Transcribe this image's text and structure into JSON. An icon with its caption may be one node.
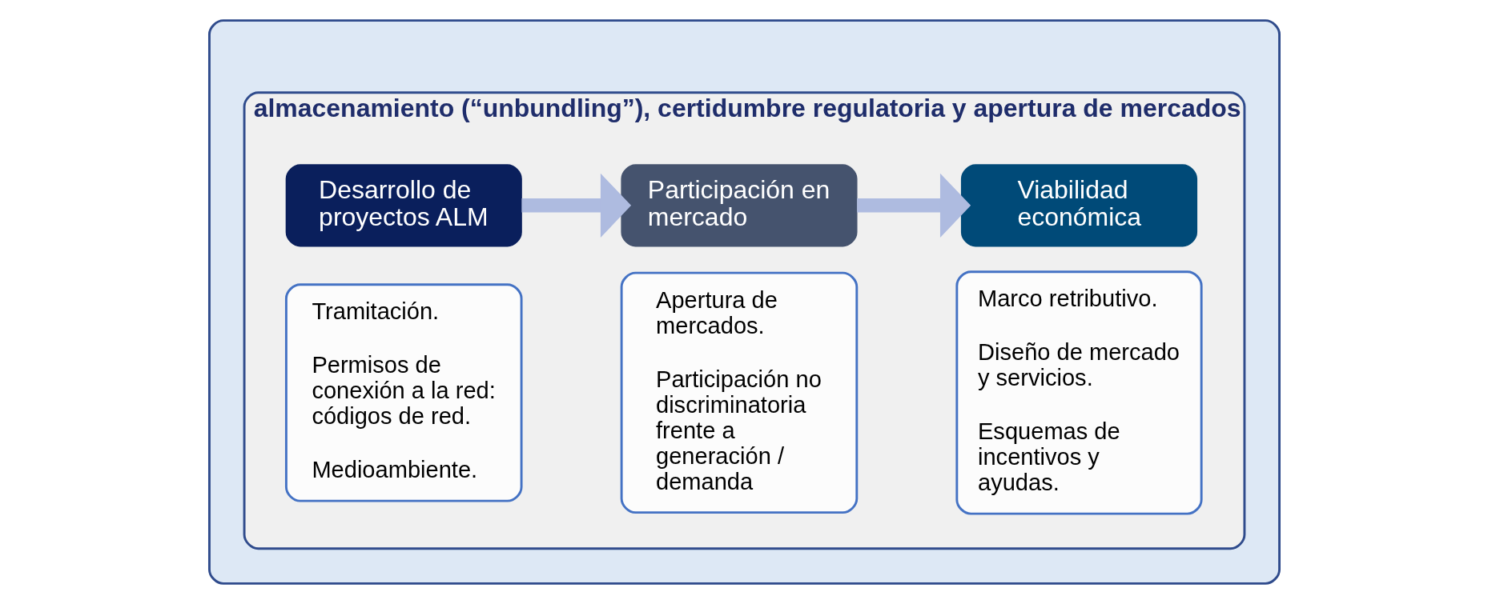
{
  "diagram": {
    "nodes": [
      {
        "text": [],
        "shape": "box"
      },
      {
        "text": [
          "almacenamiento (“unbundling”), certidumbre regulatoria y apertura de mercados"
        ],
        "in": 0
      },
      {
        "text": [
          "Desarrollo de proyectos ALM"
        ],
        "in": 1
      },
      {
        "text": [
          "Tramitación.",
          "Permisos de conexión a la red: códigos de red.",
          "Medioambiente."
        ],
        "in": 1
      },
      {
        "text": [
          "Participación en mercado"
        ],
        "in": 1
      },
      {
        "text": [
          "Apertura de mercados.",
          "Participación no discriminatoria frente a generación / demanda"
        ],
        "in": 1
      },
      {
        "text": [
          "Viabilidad económica"
        ],
        "in": 1
      },
      {
        "text": [
          "Marco retributivo.",
          "Diseño de mercado y servicios.",
          "Esquemas de incentivos y ayudas."
        ],
        "in": 1
      }
    ],
    "edges": [
      {
        "from": 2,
        "to": 4,
        "arrow": "to"
      },
      {
        "from": 4,
        "to": 6,
        "arrow": "to"
      }
    ]
  }
}
